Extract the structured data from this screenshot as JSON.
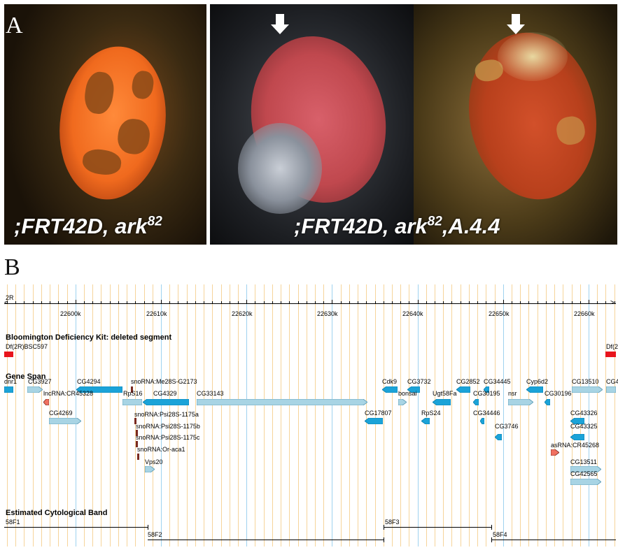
{
  "panel_a": {
    "label": "A",
    "captions": {
      "left_prefix": ";FRT42D, ark",
      "left_sup": "82",
      "right_prefix": ";FRT42D, ark",
      "right_sup": "82",
      "right_suffix": ",A.4.4"
    },
    "arrow_icon": "down-arrow-icon"
  },
  "panel_b": {
    "label": "B",
    "chromosome": "2R",
    "ticks": [
      "22600k",
      "22610k",
      "22620k",
      "22630k",
      "22640k",
      "22650k",
      "22660k"
    ],
    "tracks": {
      "deficiency_title": "Bloomington Deficiency Kit: deleted segment",
      "deficiency_items": [
        "Df(2R)BSC597",
        "Df(2"
      ],
      "gene_title": "Gene Span",
      "genes": [
        "dnr1",
        "CG3927",
        "CG4294",
        "snoRNA:Me28S-G2173",
        "lncRNA:CR45328",
        "RpS16",
        "CG4329",
        "CG33143",
        "CG4269",
        "snoRNA:Psi28S-1175a",
        "snoRNA:Psi28S-1175b",
        "snoRNA:Psi28S-1175c",
        "snoRNA:Or-aca1",
        "Vps20",
        "Cdk9",
        "CG3732",
        "CG2852",
        "CG34445",
        "Cyp6d2",
        "CG13510",
        "CG4",
        "bonsai",
        "Ugt58Fa",
        "CG30195",
        "nsr",
        "CG30196",
        "CG17807",
        "RpS24",
        "CG34446",
        "CG43326",
        "CG3746",
        "CG43325",
        "asRNA:CR45268",
        "CG13511",
        "CG42565"
      ],
      "band_title": "Estimated Cytological Band",
      "bands": [
        "58F1",
        "58F2",
        "58F3",
        "58F4"
      ]
    },
    "colors": {
      "gene_dark": "#1ba3d8",
      "gene_light": "#a8d4e4",
      "deficiency": "#e8141c",
      "ncrna": "#f07060",
      "grid_orange": "#f6d49a",
      "grid_blue": "#9fd2ef"
    }
  }
}
